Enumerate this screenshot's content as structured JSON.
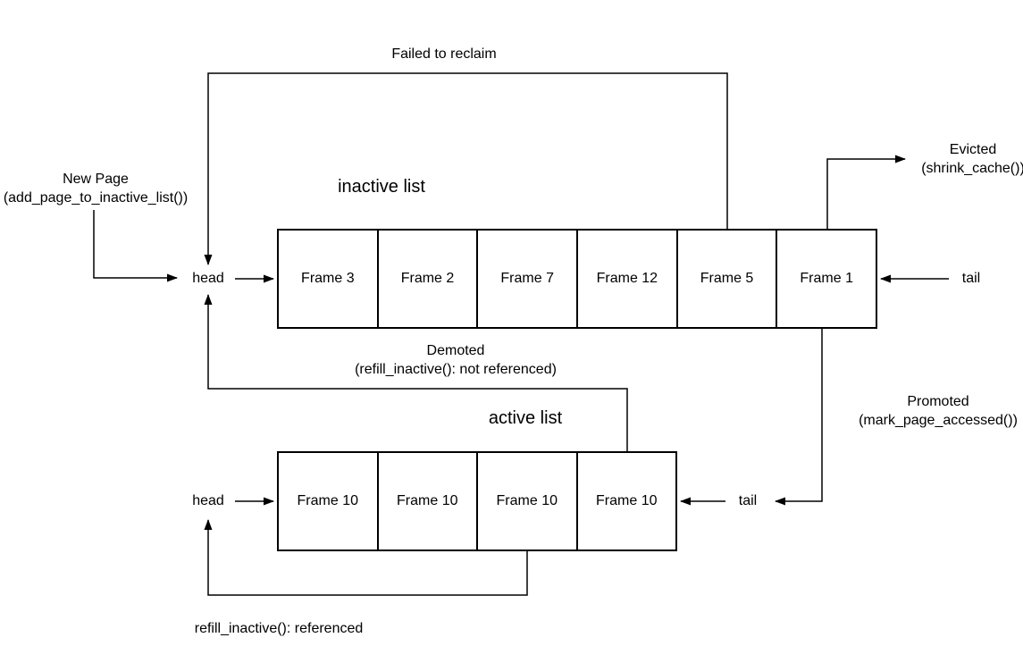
{
  "diagram": {
    "description": "Linux page cache LRU lists diagram",
    "colors": {
      "stroke": "#000000",
      "text": "#000000",
      "background": "#ffffff"
    },
    "labels": {
      "failed_to_reclaim": "Failed to reclaim",
      "new_page_line1": "New Page",
      "new_page_line2": "(add_page_to_inactive_list())",
      "evicted_line1": "Evicted",
      "evicted_line2": "(shrink_cache())",
      "demoted_line1": "Demoted",
      "demoted_line2": "(refill_inactive(): not referenced)",
      "promoted_line1": "Promoted",
      "promoted_line2": "(mark_page_accessed())",
      "refill_referenced": "refill_inactive(): referenced"
    },
    "inactive_list": {
      "title": "inactive list",
      "head_label": "head",
      "tail_label": "tail",
      "frames": [
        "Frame 3",
        "Frame 2",
        "Frame 7",
        "Frame 12",
        "Frame 5",
        "Frame 1"
      ]
    },
    "active_list": {
      "title": "active list",
      "head_label": "head",
      "tail_label": "tail",
      "frames": [
        "Frame 10",
        "Frame 10",
        "Frame 10",
        "Frame 10"
      ]
    }
  }
}
